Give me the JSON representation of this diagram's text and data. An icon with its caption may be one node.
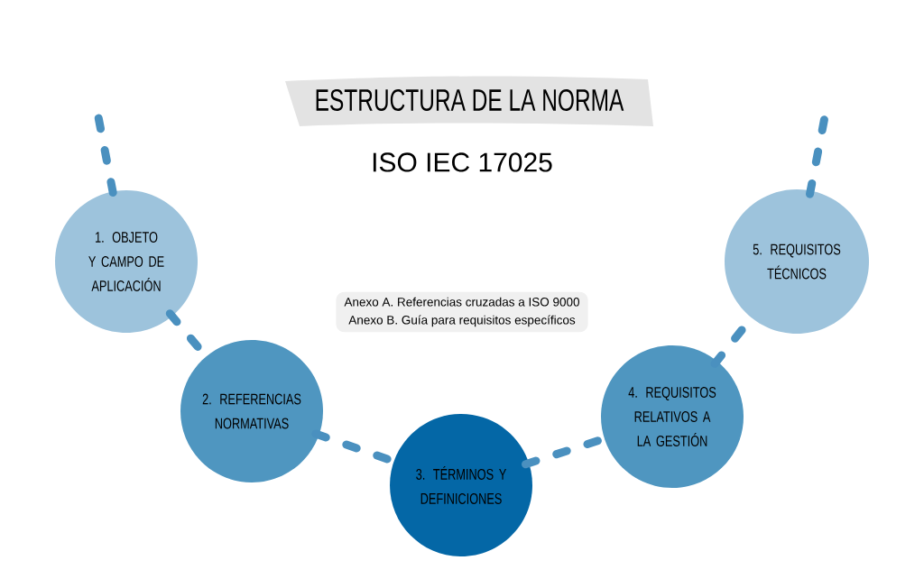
{
  "diagram": {
    "title": "ESTRUCTURA DE LA NORMA",
    "caption": "ISO IEC 17025",
    "nodes": [
      {
        "text": [
          "1. OBJETO Y CAMPO DE APLICACIÓN"
        ]
      },
      {
        "text": [
          "2. REFERENCIAS NORMATIVAS"
        ]
      },
      {
        "text": [
          "3. TÉRMINOS Y DEFINICIONES"
        ]
      },
      {
        "text": [
          "4. REQUISITOS RELATIVOS A LA GESTIÓN"
        ]
      },
      {
        "text": [
          "5. REQUISITOS TÉCNICOS"
        ]
      },
      {
        "text": [
          "Anexo A. Referencias cruzadas a ISO 9000",
          "Anexo B. Guía para requisitos específicos"
        ]
      }
    ],
    "edges": [
      {
        "from": null,
        "to": 0,
        "arrow": "none",
        "style": "dashed"
      },
      {
        "from": 0,
        "to": 1,
        "arrow": "none",
        "style": "dashed"
      },
      {
        "from": 1,
        "to": 2,
        "arrow": "none",
        "style": "dashed"
      },
      {
        "from": 2,
        "to": 3,
        "arrow": "none",
        "style": "dashed"
      },
      {
        "from": 3,
        "to": 4,
        "arrow": "none",
        "style": "dashed"
      },
      {
        "from": 4,
        "to": null,
        "arrow": "none",
        "style": "dashed"
      }
    ]
  }
}
